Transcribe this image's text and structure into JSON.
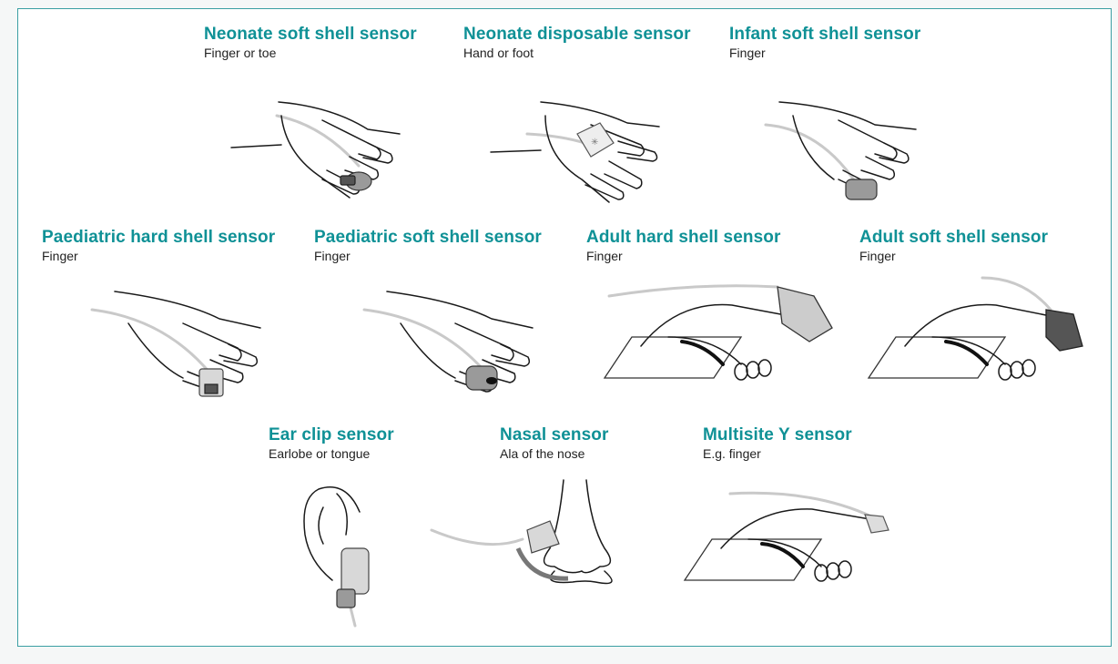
{
  "accent_color": "#0f9196",
  "sensors": [
    {
      "title": "Neonate soft shell sensor",
      "site": "Finger or toe",
      "icon": "hand-finger-clip-illustration"
    },
    {
      "title": "Neonate disposable sensor",
      "site": "Hand or foot",
      "icon": "hand-wrap-band-illustration"
    },
    {
      "title": "Infant soft shell sensor",
      "site": "Finger",
      "icon": "hand-finger-clip-illustration"
    },
    {
      "title": "Paediatric hard shell sensor",
      "site": "Finger",
      "icon": "hand-finger-clip-illustration"
    },
    {
      "title": "Paediatric soft shell sensor",
      "site": "Finger",
      "icon": "hand-finger-clip-illustration"
    },
    {
      "title": "Adult hard shell sensor",
      "site": "Finger",
      "icon": "adult-hand-clip-illustration"
    },
    {
      "title": "Adult soft shell sensor",
      "site": "Finger",
      "icon": "adult-hand-clip-illustration"
    },
    {
      "title": "Ear clip sensor",
      "site": "Earlobe or tongue",
      "icon": "ear-clip-illustration"
    },
    {
      "title": "Nasal sensor",
      "site": "Ala of the nose",
      "icon": "nose-clip-illustration"
    },
    {
      "title": "Multisite Y sensor",
      "site": "E.g. finger",
      "icon": "adult-hand-clip-illustration"
    }
  ]
}
